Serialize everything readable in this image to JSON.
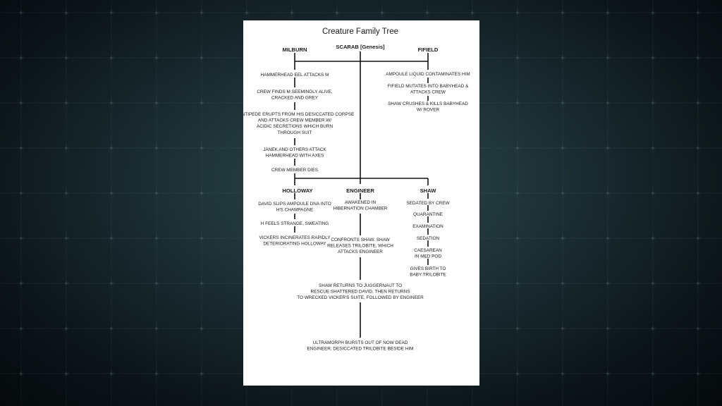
{
  "title": "Creature Family Tree",
  "root": "SCARAB [Genesis]",
  "branches": [
    {
      "name": "MILBURN",
      "events": [
        "HAMMERHEAD EEL ATTACKS M",
        "CREW FINDS M SEEMINGLY ALIVE, CRACKED AND GREY",
        "CENTIPEDE ERUPTS FROM HIS DESICCATED CORPSE AND ATTACKS CREW MEMBER W/ ACIDIC SECRETIONS WHICH BURN THROUGH SUIT",
        "JANEK AND OTHERS ATTACK HAMMERHEAD WITH AXES",
        "CREW MEMBER DIES"
      ]
    },
    {
      "name": "FIFIELD",
      "events": [
        "AMPOULE LIQUID CONTAMINATES HIM",
        "FIFIELD MUTATES INTO BABYHEAD & ATTACKS CREW",
        "SHAW CRUSHES & KILLS BABYHEAD W/ ROVER"
      ]
    },
    {
      "name": "HOLLOWAY",
      "events": [
        "DAVID SLIPS AMPOULE DNA INTO H'S CHAMPAGNE",
        "H FEELS STRANGE, SWEATING",
        "VICKERS INCINERATES RAPIDLY DETERIORATING HOLLOWAY"
      ]
    },
    {
      "name": "ENGINEER",
      "events": [
        "AWAKENED IN HIBERNATION CHAMBER",
        "CONFRONTS SHAW. SHAW RELEASES TRILOBITE, WHICH ATTACKS ENGINEER",
        "SHAW RETURNS TO JUGGERNAUT TO RESCUE SHATTERED DAVID, THEN RETURNS TO WRECKED VICKER'S SUITE, FOLLOWED BY ENGINEER",
        "ULTRAMORPH BURSTS OUT OF NOW DEAD ENGINEER, DESICCATED TRILOBITE BESIDE HIM"
      ]
    },
    {
      "name": "SHAW",
      "events": [
        "SEDATED BY CREW",
        "QUARANTINE",
        "EXAMINATION",
        "SEDATION",
        "CAESAREAN IN MED POD",
        "GIVES BIRTH TO BABY TRILOBITE"
      ]
    }
  ]
}
